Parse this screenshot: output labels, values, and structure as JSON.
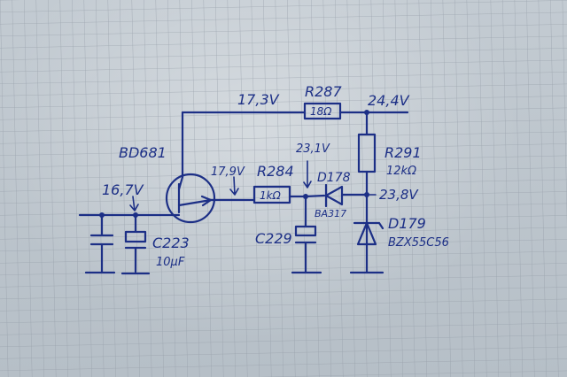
{
  "colors": {
    "ink": "#1c2f86",
    "grid": "#8e98a3"
  },
  "labels": {
    "v_top_left": "17,3V",
    "r287_name": "R287",
    "r287_value": "18Ω",
    "v_top_right": "24,4V",
    "bd681": "BD681",
    "v_emitter": "17,9V",
    "r284_name": "R284",
    "r284_value": "1kΩ",
    "v_node": "23,1V",
    "d178_name": "D178",
    "d178_type": "BA317",
    "r291_name": "R291",
    "r291_value": "12kΩ",
    "v_23_8": "23,8V",
    "d179_name": "D179",
    "d179_type": "BZX55C56",
    "v_16_7": "16,7V",
    "c223_name": "C223",
    "c223_value": "10µF",
    "c229_name": "C229"
  }
}
